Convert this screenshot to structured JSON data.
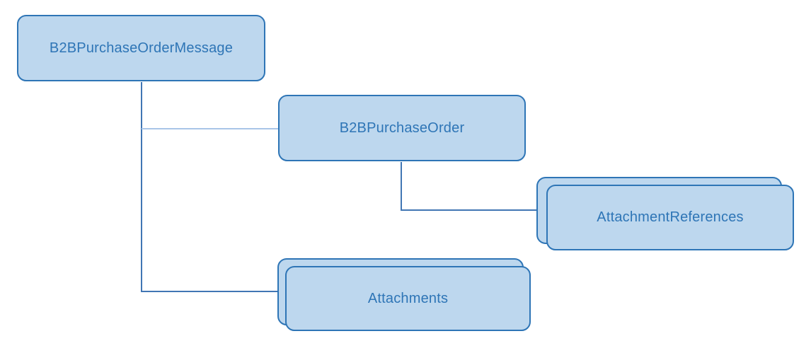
{
  "diagram": {
    "type": "hierarchy-tree",
    "nodes": [
      {
        "id": "b2b-purchase-order-message",
        "label": "B2BPurchaseOrderMessage",
        "stacked": false
      },
      {
        "id": "b2b-purchase-order",
        "label": "B2BPurchaseOrder",
        "stacked": false
      },
      {
        "id": "attachment-references",
        "label": "AttachmentReferences",
        "stacked": true
      },
      {
        "id": "attachments",
        "label": "Attachments",
        "stacked": true
      }
    ],
    "edges": [
      {
        "from": "B2BPurchaseOrderMessage",
        "to": "B2BPurchaseOrder"
      },
      {
        "from": "B2BPurchaseOrder",
        "to": "AttachmentReferences"
      },
      {
        "from": "B2BPurchaseOrderMessage",
        "to": "Attachments"
      }
    ],
    "colors": {
      "node_fill": "#bdd7ee",
      "node_border": "#2e75b6",
      "node_text": "#2e75b6",
      "connector_dark": "#4176b4",
      "connector_light": "#a9c5e8"
    }
  }
}
